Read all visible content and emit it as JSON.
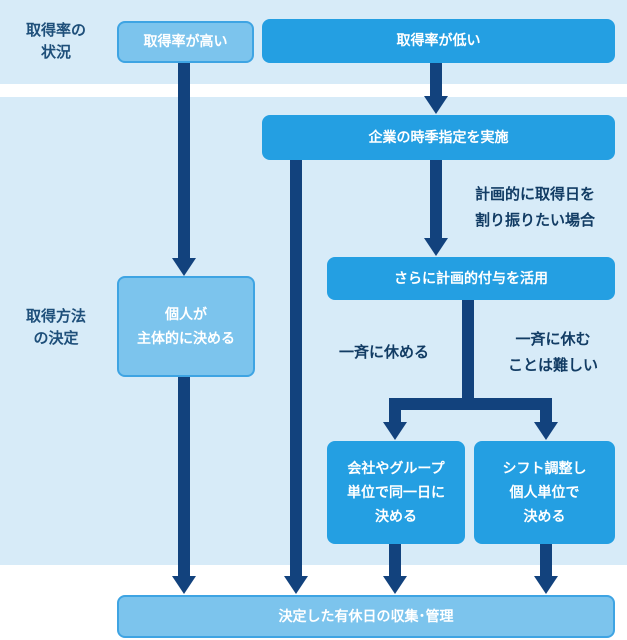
{
  "rows": {
    "status_label": "取得率の\n状況",
    "method_label": "取得方法\nの決定"
  },
  "boxes": {
    "high_rate": "取得率が高い",
    "low_rate": "取得率が低い",
    "company_designation": "企業の時季指定を実施",
    "planned_grant": "さらに計画的付与を活用",
    "individual": "個人が\n主体的に決める",
    "group_day": "会社やグループ\n単位で同一日に\n決める",
    "shift_individual": "シフト調整し\n個人単位で\n決める",
    "final": "決定した有休日の収集･管理"
  },
  "notes": {
    "planned_case": "計画的に取得日を\n割り振りたい場合",
    "simultaneous": "一斉に休める",
    "not_simultaneous": "一斉に休む\nことは難しい"
  },
  "colors": {
    "band": "#d7ebf8",
    "light_box": "#7cc4ed",
    "dark_box": "#249fe2",
    "arrow": "#12427d"
  }
}
